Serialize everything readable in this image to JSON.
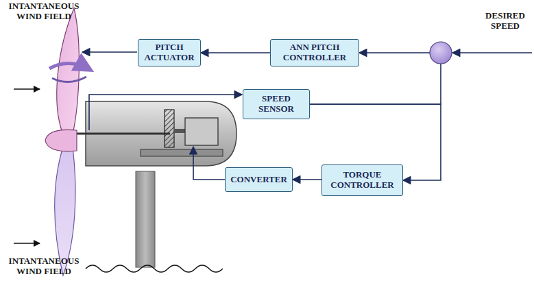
{
  "diagram": {
    "nodes": [
      {
        "text": [
          "PITCH ACTUATOR"
        ]
      },
      {
        "text": [
          "ANN PITCH CONTROLLER"
        ]
      },
      {
        "text": [
          "SPEED SENSOR"
        ]
      },
      {
        "text": [
          "CONVERTER"
        ]
      },
      {
        "text": [
          "TORQUE CONTROLLER"
        ]
      }
    ],
    "edges": [
      {
        "from": 1,
        "to": 0,
        "arrow": "to"
      },
      {
        "from": 2,
        "to": 1,
        "arrow": "to"
      },
      {
        "from": 2,
        "to": 4,
        "arrow": "to"
      },
      {
        "from": 4,
        "to": 3,
        "arrow": "to"
      }
    ],
    "labels": [
      "INTANTANEOUS WIND FIELD",
      "DESIRED SPEED",
      "INTANTANEOUS WIND FIELD"
    ]
  }
}
